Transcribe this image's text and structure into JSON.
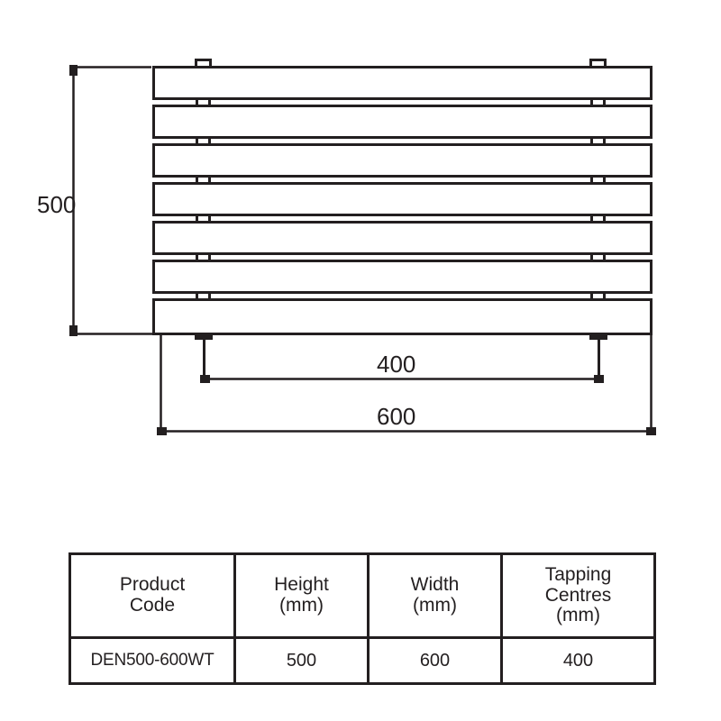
{
  "drawing": {
    "type": "radiator-elevation-technical-drawing",
    "units": "mm",
    "panel_count": 7,
    "dimensions": {
      "height_label": "500",
      "width_label": "600",
      "tapping_centres_label": "400"
    },
    "line_color": "#231f20",
    "background_color": "#ffffff"
  },
  "table": {
    "headers": [
      {
        "line1": "Product",
        "line2": "Code",
        "line3": ""
      },
      {
        "line1": "Height",
        "line2": "(mm)",
        "line3": ""
      },
      {
        "line1": "Width",
        "line2": "(mm)",
        "line3": ""
      },
      {
        "line1": "Tapping",
        "line2": "Centres",
        "line3": "(mm)"
      }
    ],
    "rows": [
      {
        "product_code": "DEN500-600WT",
        "height": "500",
        "width": "600",
        "tapping_centres": "400"
      }
    ]
  }
}
